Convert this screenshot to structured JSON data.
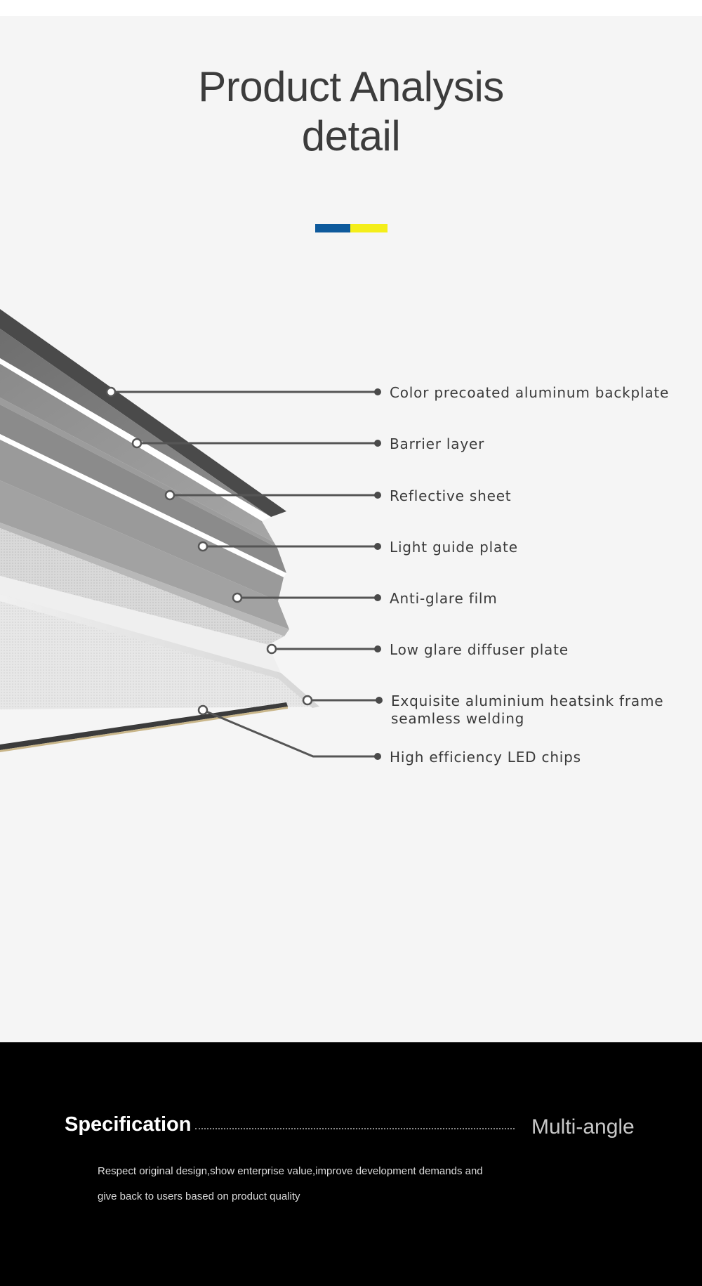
{
  "header": {
    "title_line_1": "Product Analysis",
    "title_line_2": "detail",
    "accent_colors": [
      "#0e5a9c",
      "#f4ee1a"
    ]
  },
  "diagram": {
    "callouts": [
      {
        "id": "backplate",
        "label": "Color precoated aluminum backplate"
      },
      {
        "id": "barrier",
        "label": "Barrier layer"
      },
      {
        "id": "reflective",
        "label": "Reflective sheet"
      },
      {
        "id": "lgp",
        "label": "Light guide plate"
      },
      {
        "id": "antiglare",
        "label": "Anti-glare film"
      },
      {
        "id": "diffuser",
        "label": "Low glare diffuser plate"
      },
      {
        "id": "frame",
        "label": "Exquisite aluminium heatsink frame",
        "label_2": "seamless welding"
      },
      {
        "id": "led",
        "label": "High efficiency LED chips"
      }
    ]
  },
  "specification": {
    "title": "Specification",
    "subtitle": "Multi-angle",
    "description_line_1": "Respect original design,show enterprise value,improve development demands and",
    "description_line_2": "give back to users based on product quality"
  }
}
